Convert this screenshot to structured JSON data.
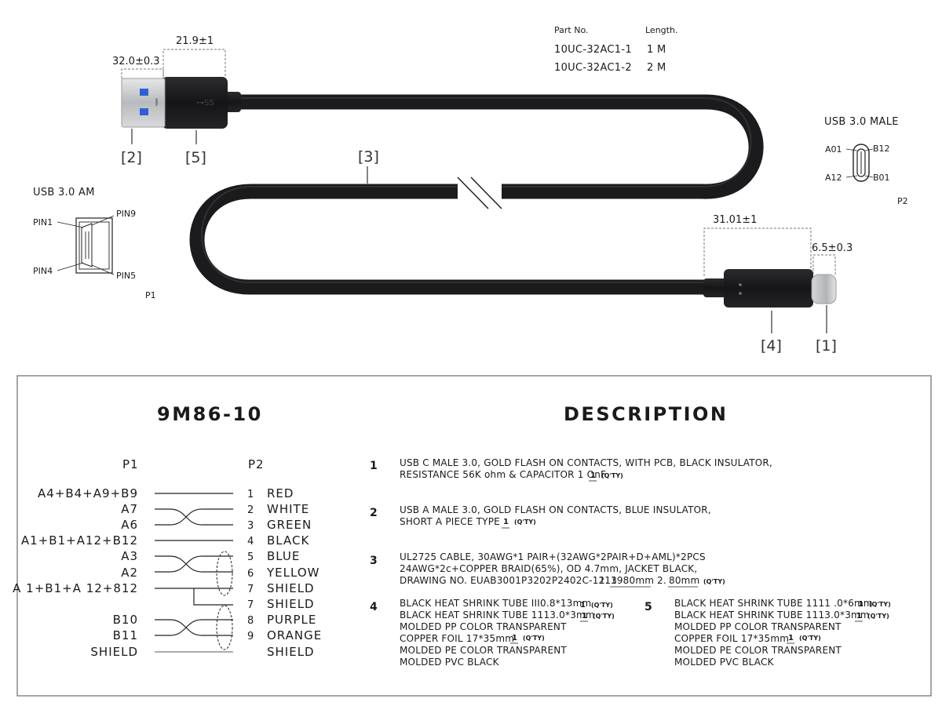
{
  "parts_table": {
    "header_part": "Part No.",
    "header_length": "Length.",
    "rows": [
      {
        "part": "10UC-32AC1-1",
        "length": "1 M"
      },
      {
        "part": "10UC-32AC1-2",
        "length": "2 M"
      }
    ]
  },
  "dimensions": {
    "usb_a_plug": "32.0±0.3",
    "usb_a_overmold": "21.9±1",
    "usbc_overmold": "31.01±1",
    "usbc_plug": "6.5±0.3"
  },
  "callouts": {
    "c1": "[1]",
    "c2": "[2]",
    "c3": "[3]",
    "c4": "[4]",
    "c5": "[5]"
  },
  "usb3_male": {
    "title": "USB 3.0 MALE",
    "a01": "A01",
    "b12": "B12",
    "a12": "A12",
    "b01": "B01",
    "ref": "P2"
  },
  "usb3_am": {
    "title": "USB 3.0 AM",
    "pin1": "PIN1",
    "pin9": "PIN9",
    "pin4": "PIN4",
    "pin5": "PIN5",
    "ref": "P1"
  },
  "schematic": {
    "title": "9M86-10",
    "p1": "P1",
    "p2": "P2",
    "rows": [
      {
        "left": "A4+B4+A9+B9",
        "num": "1",
        "right": "RED"
      },
      {
        "left": "A7",
        "num": "2",
        "right": "WHITE"
      },
      {
        "left": "A6",
        "num": "3",
        "right": "GREEN"
      },
      {
        "left": "A1+B1+A12+B12",
        "num": "4",
        "right": "BLACK"
      },
      {
        "left": "A3",
        "num": "5",
        "right": "BLUE"
      },
      {
        "left": "A2",
        "num": "6",
        "right": "YELLOW"
      },
      {
        "left": "A 1+B1+A 12+812",
        "num": "7",
        "right": "SHIELD"
      },
      {
        "left": "",
        "num": "7",
        "right": "SHIELD"
      },
      {
        "left": "B10",
        "num": "8",
        "right": "PURPLE"
      },
      {
        "left": "B11",
        "num": "9",
        "right": "ORANGE"
      },
      {
        "left": "SHIELD",
        "num": "",
        "right": "SHIELD"
      }
    ]
  },
  "description": {
    "title": "DESCRIPTION",
    "qty_label": "(Q'TY)",
    "item1": {
      "num": "1",
      "line1": "USB C MALE 3.0, GOLD FLASH ON CONTACTS, WITH PCB, BLACK INSULATOR,",
      "line2": "RESISTANCE 56K ohm & CAPACITOR 1 OnF",
      "qty": "1"
    },
    "item2": {
      "num": "2",
      "line1": "USB A MALE 3.0, GOLD FLASH ON CONTACTS, BLUE INSULATOR,",
      "line2": "SHORT A PIECE TYPE",
      "qty": "1"
    },
    "item3": {
      "num": "3",
      "line1": "UL2725 CABLE, 30AWG*1 PAIR+(32AWG*2PAIR+D+AML)*2PCS",
      "line2": "24AWG*2c+COPPER BRAID(65%), OD 4.7mm, JACKET BLACK,",
      "line3": "DRAWING NO. EUAB3001P3202P2402C-1213",
      "opt1_idx": "1.",
      "opt1": "1980mm",
      "opt2_idx": "2.",
      "opt2": "80mm"
    },
    "item4": {
      "num": "4",
      "line1": "BLACK HEAT SHRINK TUBE III0.8*13mm",
      "line2": "BLACK HEAT SHRINK TUBE 1113.0*3mm",
      "line3": "MOLDED PP COLOR TRANSPARENT",
      "line4": "COPPER FOIL 17*35mm",
      "line5": "MOLDED PE COLOR TRANSPARENT",
      "line6": "MOLDED PVC BLACK",
      "qty1": "1",
      "qty2": "1",
      "qty4": "1"
    },
    "item5": {
      "num": "5",
      "line1": "BLACK HEAT SHRINK TUBE 1111 .0*6mm",
      "line2": "BLACK HEAT SHRINK TUBE 1113.0*3mm",
      "line3": "MOLDED PP COLOR TRANSPARENT",
      "line4": "COPPER FOIL 17*35mm",
      "line5": "MOLDED PE COLOR TRANSPARENT",
      "line6": "MOLDED PVC BLACK",
      "qty1": "1",
      "qty2": "1",
      "qty4": "1"
    }
  },
  "colors": {
    "cable": "#1b1b1d",
    "metal": "#c9cacc",
    "usb_blue": "#2a62d6",
    "frame": "#6a6a6a"
  }
}
